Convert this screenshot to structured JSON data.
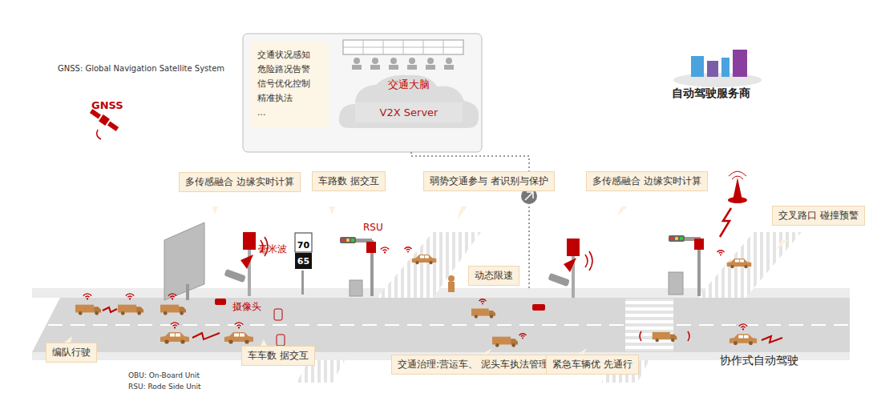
{
  "diagram": {
    "nodes": [
      {
        "text": [
          "交通状况感知",
          "危险路况告警",
          "信号优化控制",
          "精准执法",
          "..."
        ]
      },
      {
        "text": [
          "交通大脑"
        ]
      },
      {
        "text": [
          "V2X Server"
        ],
        "in": 1
      },
      {
        "text": [
          "多传感融合 边缘实时计算"
        ]
      },
      {
        "text": [
          "车路数 据交互"
        ]
      },
      {
        "text": [
          "弱势交通参与 者识别与保护"
        ]
      },
      {
        "text": [
          "多传感融合 边缘实时计算"
        ]
      },
      {
        "text": [
          "交叉路口 碰撞预警"
        ]
      },
      {
        "text": [
          "动态限速"
        ]
      },
      {
        "text": [
          "编队行驶"
        ]
      },
      {
        "text": [
          "车车数 据交互"
        ]
      },
      {
        "text": [
          "交通治理:营运车、 泥头车执法管理"
        ]
      },
      {
        "text": [
          "紧急车辆优 先通行"
        ]
      }
    ],
    "labels": [
      "GNSS: Global Navigation Satellite System",
      "GNSS",
      "自动驾驶服务商",
      "毫米波",
      "RSU",
      "70",
      "65",
      "摄像头",
      "协作式自动驾驶",
      "OBU: On-Board Unit",
      "RSU: Rode Side Unit"
    ]
  }
}
